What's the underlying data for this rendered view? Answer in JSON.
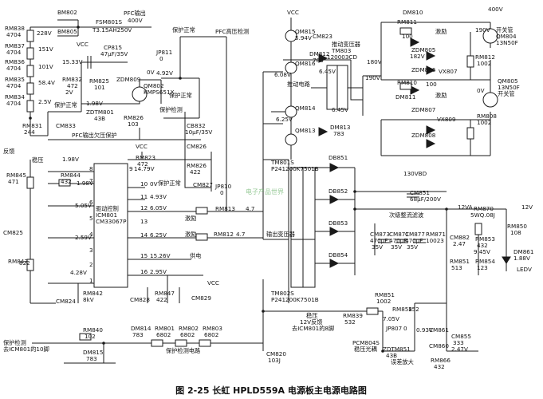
{
  "caption": "图 2-25   长虹 HPLD559A 电源板主电源电路图",
  "watermark": "电子产品世界",
  "labels": [
    {
      "id": "bm802",
      "text": "BM802"
    },
    {
      "id": "bm805",
      "text": "BM805"
    },
    {
      "id": "fsm801",
      "text": "FSM801S"
    },
    {
      "id": "fuse_rating",
      "text": "T3.15AH250V"
    },
    {
      "id": "pfc_out",
      "text": "PFC输出"
    },
    {
      "id": "pfc_v",
      "text": "400V"
    },
    {
      "id": "rm838",
      "text": "RM838"
    },
    {
      "id": "rm838v",
      "text": "4704"
    },
    {
      "id": "v228",
      "text": "228V"
    },
    {
      "id": "rm837",
      "text": "RM837"
    },
    {
      "id": "rm837v",
      "text": "4704"
    },
    {
      "id": "v151",
      "text": "151V"
    },
    {
      "id": "rm836",
      "text": "RM836"
    },
    {
      "id": "rm836v",
      "text": "4704"
    },
    {
      "id": "v101",
      "text": "101V"
    },
    {
      "id": "rm835",
      "text": "RM835"
    },
    {
      "id": "rm835v",
      "text": "4704"
    },
    {
      "id": "v584",
      "text": "58.4V"
    },
    {
      "id": "rm834",
      "text": "RM834"
    },
    {
      "id": "rm834v",
      "text": "4704"
    },
    {
      "id": "v25",
      "text": "2.5V"
    },
    {
      "id": "rm831",
      "text": "RM831"
    },
    {
      "id": "rm831v",
      "text": "244"
    },
    {
      "id": "cm833",
      "text": "CM833"
    },
    {
      "id": "vcc1",
      "text": "VCC"
    },
    {
      "id": "cp815",
      "text": "CP815"
    },
    {
      "id": "cp815v",
      "text": "47μF/35V"
    },
    {
      "id": "v1533",
      "text": "15.33V"
    },
    {
      "id": "rm832",
      "text": "RM832"
    },
    {
      "id": "rm832v",
      "text": "472"
    },
    {
      "id": "v2v",
      "text": "2V"
    },
    {
      "id": "rm825",
      "text": "RM825"
    },
    {
      "id": "rm825v",
      "text": "101"
    },
    {
      "id": "zdm809",
      "text": "ZDM809"
    },
    {
      "id": "v198",
      "text": "1.98V"
    },
    {
      "id": "v0v",
      "text": "0V"
    },
    {
      "id": "qm802",
      "text": "QM802"
    },
    {
      "id": "qm802t",
      "text": "KMPS651X"
    },
    {
      "id": "prot1",
      "text": "保护正常"
    },
    {
      "id": "prot2",
      "text": "保护正常"
    },
    {
      "id": "zdtm801",
      "text": "ZDTM801"
    },
    {
      "id": "zdtm801v",
      "text": "43B"
    },
    {
      "id": "rm826a",
      "text": "RM826"
    },
    {
      "id": "rm826av",
      "text": "103"
    },
    {
      "id": "pfc_prot",
      "text": "PFC输出欠压保护"
    },
    {
      "id": "jp811",
      "text": "JP811"
    },
    {
      "id": "jp811v",
      "text": "0"
    },
    {
      "id": "v492",
      "text": "4.92V"
    },
    {
      "id": "prot3",
      "text": "保护正常"
    },
    {
      "id": "pfc_det",
      "text": "PFC高压检测"
    },
    {
      "id": "prot_det",
      "text": "保护检测"
    },
    {
      "id": "cb832",
      "text": "CB832"
    },
    {
      "id": "cb832v",
      "text": "10μF/35V"
    },
    {
      "id": "cm826",
      "text": "CM826"
    },
    {
      "id": "rm826b",
      "text": "RM826"
    },
    {
      "id": "rm826bv",
      "text": "422"
    },
    {
      "id": "cm827",
      "text": "CM827"
    },
    {
      "id": "jp810",
      "text": "JP810"
    },
    {
      "id": "jp810v",
      "text": "0"
    },
    {
      "id": "feedback",
      "text": "反馈"
    },
    {
      "id": "wenya1",
      "text": "稳压"
    },
    {
      "id": "v198b",
      "text": "1.98V"
    },
    {
      "id": "rm845",
      "text": "RM845"
    },
    {
      "id": "rm845v",
      "text": "471"
    },
    {
      "id": "rm844",
      "text": "RM844"
    },
    {
      "id": "rm844v",
      "text": "432"
    },
    {
      "id": "v198c",
      "text": "1.98V"
    },
    {
      "id": "v505",
      "text": "5.05V"
    },
    {
      "id": "v259",
      "text": "2.59V"
    },
    {
      "id": "cm825",
      "text": "CM825"
    },
    {
      "id": "rm843",
      "text": "RM843"
    },
    {
      "id": "rm843v",
      "text": "822"
    },
    {
      "id": "v428",
      "text": "4.28V"
    },
    {
      "id": "cm824",
      "text": "CM824"
    },
    {
      "id": "rm842",
      "text": "RM842"
    },
    {
      "id": "rm842v",
      "text": "8kV"
    },
    {
      "id": "vcc2",
      "text": "VCC"
    },
    {
      "id": "rm823",
      "text": "RM823"
    },
    {
      "id": "rm823v",
      "text": "472"
    },
    {
      "id": "v1479",
      "text": "14.79V"
    },
    {
      "id": "ic_name1",
      "text": "驱动控制"
    },
    {
      "id": "ic_name2",
      "text": "ICM801"
    },
    {
      "id": "ic_name3",
      "text": "CM33067P"
    },
    {
      "id": "pin8",
      "text": "8"
    },
    {
      "id": "pin7",
      "text": "7"
    },
    {
      "id": "pin6",
      "text": "6"
    },
    {
      "id": "pin5",
      "text": "5"
    },
    {
      "id": "pin4",
      "text": "4"
    },
    {
      "id": "pin3",
      "text": "3"
    },
    {
      "id": "pin2",
      "text": "2"
    },
    {
      "id": "pin1",
      "text": "1"
    },
    {
      "id": "pin9",
      "text": "9"
    },
    {
      "id": "pin10",
      "text": "10"
    },
    {
      "id": "pin11",
      "text": "11"
    },
    {
      "id": "pin12",
      "text": "12"
    },
    {
      "id": "pin13",
      "text": "13"
    },
    {
      "id": "pin14",
      "text": "14"
    },
    {
      "id": "pin15",
      "text": "15"
    },
    {
      "id": "pin16",
      "text": "16"
    },
    {
      "id": "p10v",
      "text": "0V"
    },
    {
      "id": "p11v",
      "text": "4.93V"
    },
    {
      "id": "p12v",
      "text": "6.05V"
    },
    {
      "id": "p14v",
      "text": "6.25V"
    },
    {
      "id": "p15v",
      "text": "15.26V"
    },
    {
      "id": "p16v",
      "text": "2.95V"
    },
    {
      "id": "prot4",
      "text": "保护正常"
    },
    {
      "id": "supply",
      "text": "供电"
    },
    {
      "id": "vcc3",
      "text": "VCC"
    },
    {
      "id": "drive1",
      "text": "激励"
    },
    {
      "id": "drive2",
      "text": "激励"
    },
    {
      "id": "rm813",
      "text": "RM813"
    },
    {
      "id": "rm813v",
      "text": "4.7"
    },
    {
      "id": "rm812",
      "text": "RM812"
    },
    {
      "id": "rm812v",
      "text": "4.7"
    },
    {
      "id": "cm828",
      "text": "CM828"
    },
    {
      "id": "rm847",
      "text": "RM847"
    },
    {
      "id": "rm847v",
      "text": "422"
    },
    {
      "id": "cm829",
      "text": "CM829"
    },
    {
      "id": "vcc4",
      "text": "VCC"
    },
    {
      "id": "qm815",
      "text": "QM815"
    },
    {
      "id": "v594",
      "text": "5.94V"
    },
    {
      "id": "cm823",
      "text": "CM823"
    },
    {
      "id": "qm816",
      "text": "QM816"
    },
    {
      "id": "v608",
      "text": "6.08V"
    },
    {
      "id": "dm812",
      "text": "DM812"
    },
    {
      "id": "dm812v",
      "text": "783"
    },
    {
      "id": "tm803_a",
      "text": "推动变压器"
    },
    {
      "id": "tm803",
      "text": "TM803"
    },
    {
      "id": "tm803v",
      "text": "120003CD"
    },
    {
      "id": "v645a",
      "text": "6.45V"
    },
    {
      "id": "v180",
      "text": "180V"
    },
    {
      "id": "v190b",
      "text": "190V"
    },
    {
      "id": "v645b",
      "text": "6.45V"
    },
    {
      "id": "push",
      "text": "推动电路"
    },
    {
      "id": "qm814",
      "text": "QM814"
    },
    {
      "id": "v625",
      "text": "6.25V"
    },
    {
      "id": "qm813",
      "text": "QM813"
    },
    {
      "id": "dm813",
      "text": "DM813"
    },
    {
      "id": "dm813v",
      "text": "783"
    },
    {
      "id": "dm810",
      "text": "DM810"
    },
    {
      "id": "rm811",
      "text": "RM811"
    },
    {
      "id": "rm811v",
      "text": "100"
    },
    {
      "id": "drive3",
      "text": "激励"
    },
    {
      "id": "zdm805",
      "text": "ZDM805"
    },
    {
      "id": "zdm805v",
      "text": "182V"
    },
    {
      "id": "zdm806",
      "text": "ZDM806"
    },
    {
      "id": "vx807",
      "text": "VX807"
    },
    {
      "id": "v190",
      "text": "190V"
    },
    {
      "id": "v400",
      "text": "400V"
    },
    {
      "id": "sw1",
      "text": "开关管"
    },
    {
      "id": "qm804",
      "text": "QM804"
    },
    {
      "id": "qm804t",
      "text": "13N50F"
    },
    {
      "id": "rm812b",
      "text": "RM812"
    },
    {
      "id": "rm812bv",
      "text": "1002"
    },
    {
      "id": "rm810",
      "text": "RM810"
    },
    {
      "id": "rm810v",
      "text": "100"
    },
    {
      "id": "dm811",
      "text": "DM811"
    },
    {
      "id": "drive4",
      "text": "激励"
    },
    {
      "id": "zdm807",
      "text": "ZDM807"
    },
    {
      "id": "zdm808",
      "text": "ZDM808"
    },
    {
      "id": "vx809",
      "text": "VX809"
    },
    {
      "id": "v0vb",
      "text": "0V"
    },
    {
      "id": "qm805",
      "text": "QM805"
    },
    {
      "id": "qm805t",
      "text": "13N50F"
    },
    {
      "id": "sw2",
      "text": "开关管"
    },
    {
      "id": "rm808",
      "text": "RM808"
    },
    {
      "id": "rm808v",
      "text": "1002"
    },
    {
      "id": "tm801",
      "text": "TM801S"
    },
    {
      "id": "tm801v",
      "text": "P241200K7501B"
    },
    {
      "id": "db851",
      "text": "DB851"
    },
    {
      "id": "v130",
      "text": "130VBD"
    },
    {
      "id": "cm851",
      "text": "CM851"
    },
    {
      "id": "cm851v",
      "text": "68μF/200V"
    },
    {
      "id": "db852",
      "text": "DB852"
    },
    {
      "id": "db853",
      "text": "DB853"
    },
    {
      "id": "db854",
      "text": "DB854"
    },
    {
      "id": "out_tr",
      "text": "输出变压器"
    },
    {
      "id": "tm802",
      "text": "TM802S"
    },
    {
      "id": "tm802v",
      "text": "P241200K7501B"
    },
    {
      "id": "rect",
      "text": "次级整流滤波"
    },
    {
      "id": "cm873",
      "text": "CM873"
    },
    {
      "id": "cm873v",
      "text": "470μF"
    },
    {
      "id": "cm873v2",
      "text": "35V"
    },
    {
      "id": "cm871",
      "text": "CM871"
    },
    {
      "id": "cm871v",
      "text": "470μF"
    },
    {
      "id": "cm871v2",
      "text": "35V"
    },
    {
      "id": "cm877",
      "text": "CM877"
    },
    {
      "id": "cm877v",
      "text": "470μF"
    },
    {
      "id": "cm877v2",
      "text": "35V"
    },
    {
      "id": "rm871",
      "text": "RM871"
    },
    {
      "id": "rm871v",
      "text": "10023"
    },
    {
      "id": "v12va",
      "text": "12VA"
    },
    {
      "id": "rm870",
      "text": "RM870"
    },
    {
      "id": "rm870v",
      "text": "5WQ.08J"
    },
    {
      "id": "v12v",
      "text": "12V"
    },
    {
      "id": "cm882",
      "text": "CM882"
    },
    {
      "id": "cm882v",
      "text": "2.47"
    },
    {
      "id": "rm853",
      "text": "RM853"
    },
    {
      "id": "rm853v",
      "text": "432"
    },
    {
      "id": "v945",
      "text": "9.45V"
    },
    {
      "id": "rm854",
      "text": "RM854"
    },
    {
      "id": "rm854v",
      "text": "123"
    },
    {
      "id": "rm851",
      "text": "RM851"
    },
    {
      "id": "rm851v",
      "text": "513"
    },
    {
      "id": "rm850",
      "text": "RM850"
    },
    {
      "id": "rm850v",
      "text": "108"
    },
    {
      "id": "dm861",
      "text": "DM861"
    },
    {
      "id": "v188",
      "text": "1.88V"
    },
    {
      "id": "ledv",
      "text": "LEDV"
    },
    {
      "id": "rm851b",
      "text": "RM851"
    },
    {
      "id": "rm851bv",
      "text": "1002"
    },
    {
      "id": "wenya2",
      "text": "稳压"
    },
    {
      "id": "fb12",
      "text": "12V反馈"
    },
    {
      "id": "to801",
      "text": "去ICM801的8脚"
    },
    {
      "id": "rm839",
      "text": "RM839"
    },
    {
      "id": "rm839v",
      "text": "532"
    },
    {
      "id": "rm858",
      "text": "RM858"
    },
    {
      "id": "rm858v",
      "text": "152"
    },
    {
      "id": "v705",
      "text": "7.05V"
    },
    {
      "id": "jp807",
      "text": "JP807"
    },
    {
      "id": "jp807v",
      "text": "0"
    },
    {
      "id": "v093",
      "text": "0.93V"
    },
    {
      "id": "cm861",
      "text": "CM861"
    },
    {
      "id": "cm860",
      "text": "CM860"
    },
    {
      "id": "cm855",
      "text": "CM855"
    },
    {
      "id": "cm855v",
      "text": "333"
    },
    {
      "id": "v247",
      "text": "2.47V"
    },
    {
      "id": "pcm804",
      "text": "PCM804S"
    },
    {
      "id": "pcm804t",
      "text": "稳压光耦"
    },
    {
      "id": "zdtm851",
      "text": "ZDTM851"
    },
    {
      "id": "zdtm851v",
      "text": "43B"
    },
    {
      "id": "amp",
      "text": "误差放大"
    },
    {
      "id": "rm866",
      "text": "RM866"
    },
    {
      "id": "rm866v",
      "text": "432"
    },
    {
      "id": "cm820",
      "text": "CM820"
    },
    {
      "id": "cm820v",
      "text": "103J"
    },
    {
      "id": "prot_det2",
      "text": "保护检测"
    },
    {
      "id": "to801b",
      "text": "去ICM801的10脚"
    },
    {
      "id": "rm840",
      "text": "RM840"
    },
    {
      "id": "rm840v",
      "text": "102"
    },
    {
      "id": "dm815",
      "text": "DM815"
    },
    {
      "id": "dm815v",
      "text": "783"
    },
    {
      "id": "dm814",
      "text": "DM814"
    },
    {
      "id": "dm814v",
      "text": "783"
    },
    {
      "id": "rm801",
      "text": "RM801"
    },
    {
      "id": "rm801v",
      "text": "6802"
    },
    {
      "id": "rm802",
      "text": "RM802"
    },
    {
      "id": "rm802v",
      "text": "6802"
    },
    {
      "id": "rm803",
      "text": "RM803"
    },
    {
      "id": "rm803v",
      "text": "6802"
    },
    {
      "id": "prot_circuit",
      "text": "保护检测电路"
    }
  ]
}
